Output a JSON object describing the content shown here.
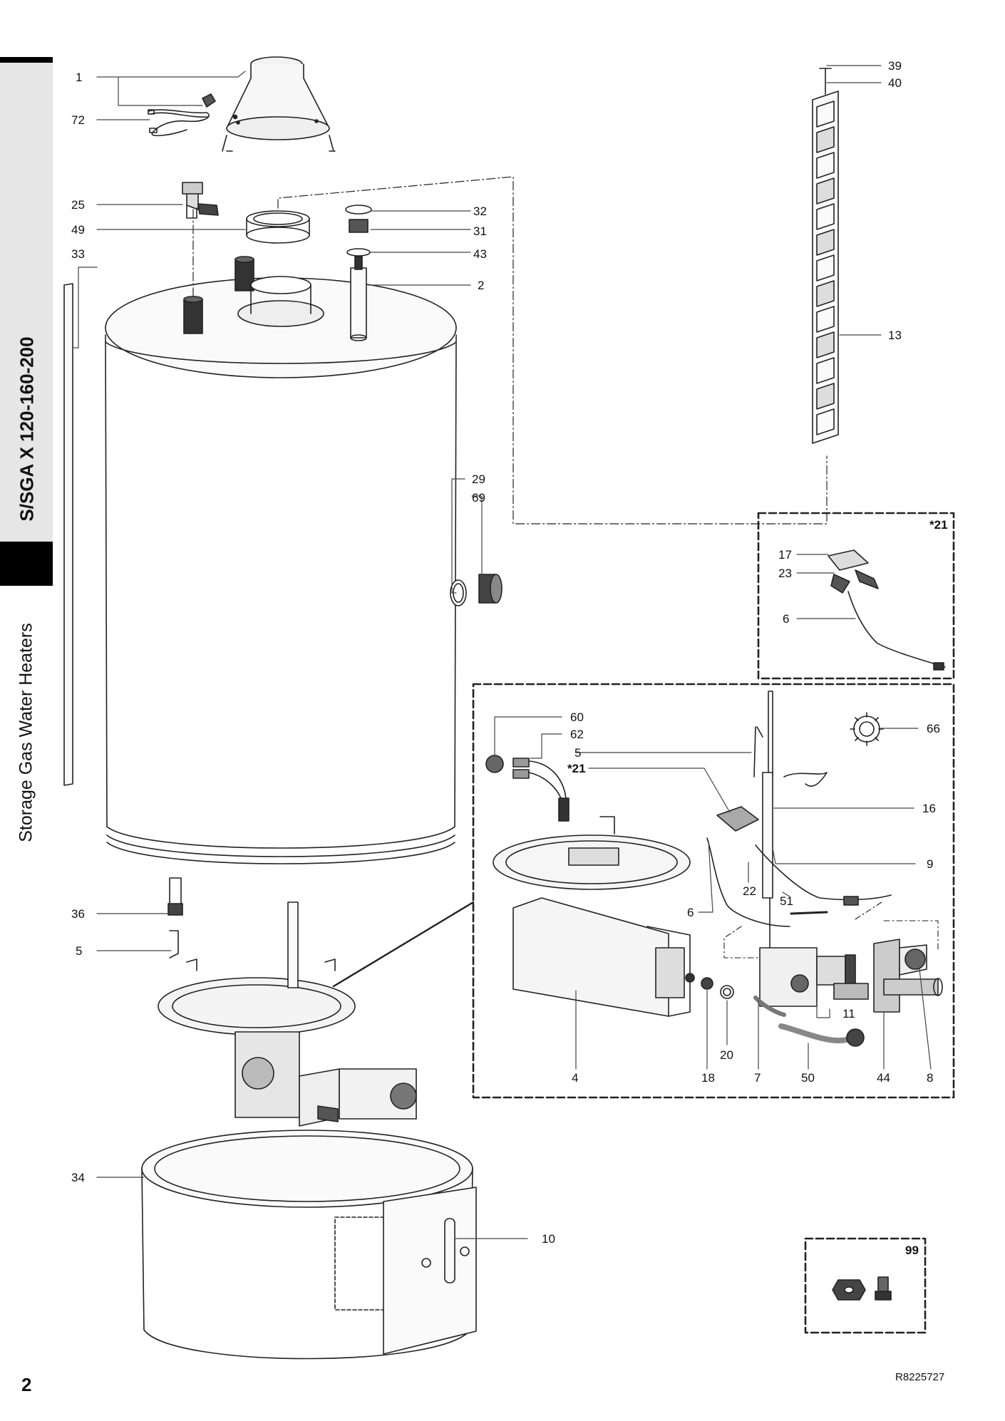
{
  "side_tab": {
    "model": "S/SGA X 120-160-200",
    "category": "Storage Gas Water Heaters"
  },
  "footer": {
    "page_number": "2",
    "document_code": "R8225727"
  },
  "callouts": {
    "c1": "1",
    "c72": "72",
    "c25": "25",
    "c49": "49",
    "c33": "33",
    "c32": "32",
    "c31": "31",
    "c43": "43",
    "c2": "2",
    "c39": "39",
    "c40": "40",
    "c13": "13",
    "c29": "29",
    "c69": "69",
    "c36": "36",
    "c5_left": "5",
    "c34": "34",
    "c10": "10",
    "k21_title": "*21",
    "k17": "17",
    "k23": "23",
    "k6": "6",
    "d60": "60",
    "d62": "62",
    "d5": "5",
    "d21": "*21",
    "d66": "66",
    "d16": "16",
    "d9": "9",
    "d22": "22",
    "d51": "51",
    "d6": "6",
    "d11": "11",
    "d20": "20",
    "d4": "4",
    "d18": "18",
    "d7": "7",
    "d50": "50",
    "d44": "44",
    "d8": "8",
    "k99_title": "99"
  }
}
